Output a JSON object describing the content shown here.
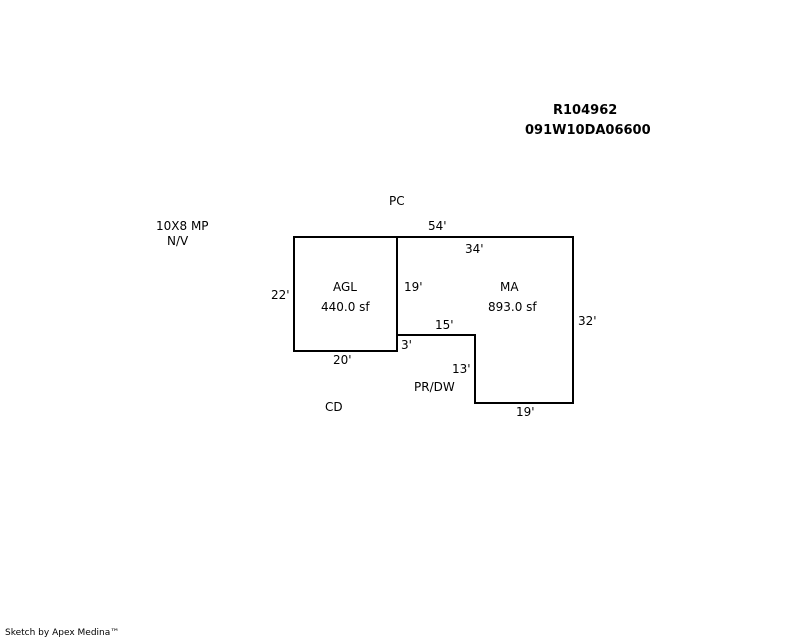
{
  "header": {
    "parcel_id": "R104962",
    "map_number": "091W10DA06600"
  },
  "areas": {
    "agl": {
      "name": "AGL",
      "area": "440.0 sf"
    },
    "ma": {
      "name": "MA",
      "area": "893.0 sf"
    }
  },
  "dimensions": {
    "agl_left": "22'",
    "agl_bottom": "20'",
    "ma_top_total": "54'",
    "ma_top": "34'",
    "ma_inner_left": "19'",
    "ma_notch_top": "15'",
    "ma_notch_step": "3'",
    "ma_notch_left": "13'",
    "ma_bottom": "19'",
    "ma_right": "32'"
  },
  "labels": {
    "pc": "PC",
    "mp": "10X8 MP",
    "nv": "N/V",
    "cd": "CD",
    "prdw": "PR/DW"
  },
  "footer": {
    "credit": "Sketch by Apex Medina™"
  }
}
